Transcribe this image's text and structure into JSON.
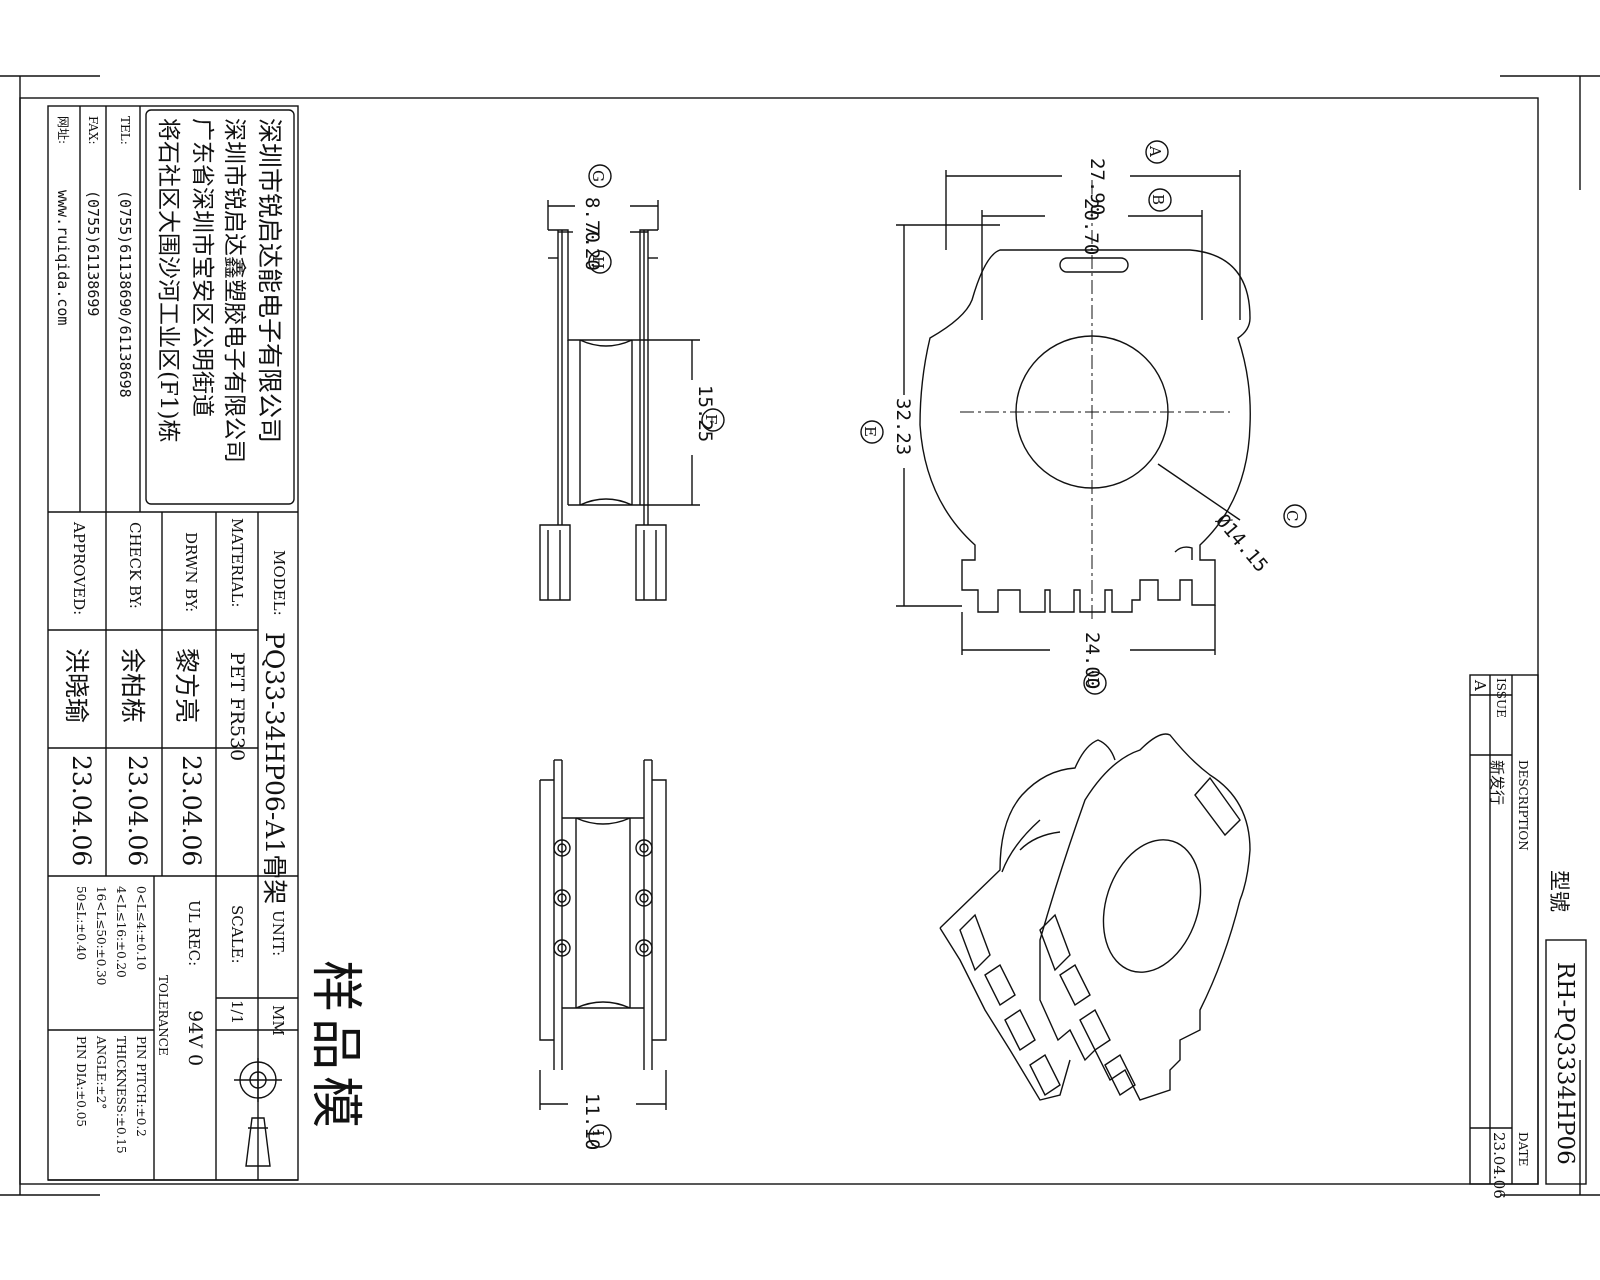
{
  "company": {
    "line1": "深圳市锐启达能电子有限公司",
    "line2": "深圳市锐启达鑫塑胶电子有限公司",
    "line3": "广东省深圳市宝安区公明街道",
    "line4": "将石社区大围沙河工业区(F1)栋",
    "tel_label": "TEL:",
    "tel_value": "(0755)61138690/61138698",
    "fax_label": "FAX:",
    "fax_value": "(0755)61138699",
    "web_label": "网址:",
    "web_value": "www.ruiqida.com"
  },
  "title_block": {
    "model_label": "MODEL:",
    "model_value": "PQ33-34HP06-A1骨架",
    "material_label": "MATERIAL:",
    "material_value": "PET FR530",
    "drwn_label": "DRWN BY:",
    "drwn_name": "黎方亮",
    "drwn_date": "23.04.06",
    "check_label": "CHECK BY:",
    "check_name": "余柏栋",
    "check_date": "23.04.06",
    "approved_label": "APPROVED:",
    "approved_name": "洪晓瑜",
    "approved_date": "23.04.06",
    "unit_label": "UNIT:",
    "unit_value": "MM",
    "scale_label": "SCALE:",
    "scale_value": "1/1",
    "ul_label": "UL REC:",
    "ul_value": "94V 0",
    "tolerance_label": "TOLERANCE",
    "tol": [
      "0<L≤4:±0.10",
      "4<L≤16:±0.20",
      "16<L≤50:±0.30",
      "50≤L:±0.40"
    ],
    "tol2": [
      "PIN PITCH:±0.2",
      "THICKNESS:±0.15",
      "ANGLE:±2°",
      "PIN DIA:±0.05"
    ]
  },
  "stamp": "样品模",
  "revision": {
    "issue_label": "ISSUE",
    "issue_value": "A",
    "desc_label": "DESCRIPTION",
    "desc_value": "新发行",
    "date_label": "DATE",
    "date_value": "23.04.06",
    "type_label": "型號",
    "type_value": "RH-PQ3334HP06"
  },
  "dimensions": {
    "g": "8.70",
    "h": "7.20",
    "f": "15.25",
    "i": "11.10",
    "a": "27.90",
    "b": "20.70",
    "e": "32.23",
    "c": "Ø14.15",
    "d": "24.00"
  },
  "markers": {
    "a": "A",
    "b": "B",
    "c": "C",
    "d": "D",
    "e": "E",
    "f": "F",
    "g": "G",
    "h": "H",
    "i": "I"
  }
}
